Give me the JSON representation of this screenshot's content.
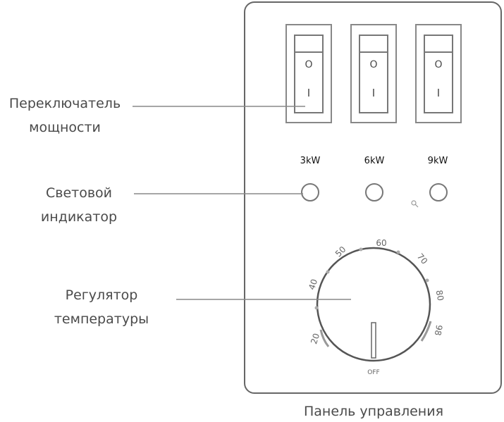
{
  "callouts": {
    "power_switch": [
      "Переключатель",
      "мощности"
    ],
    "indicator": [
      "Световой",
      "индикатор"
    ],
    "thermostat": [
      "Регулятор",
      "температуры"
    ]
  },
  "power_levels": [
    "3kW",
    "6kW",
    "9kW"
  ],
  "switch_marks": {
    "off": "O",
    "on": "I"
  },
  "dial": {
    "scale": [
      "20",
      "40",
      "50",
      "60",
      "70",
      "80",
      "98"
    ],
    "off_label": "OFF"
  },
  "caption": "Панель управления"
}
